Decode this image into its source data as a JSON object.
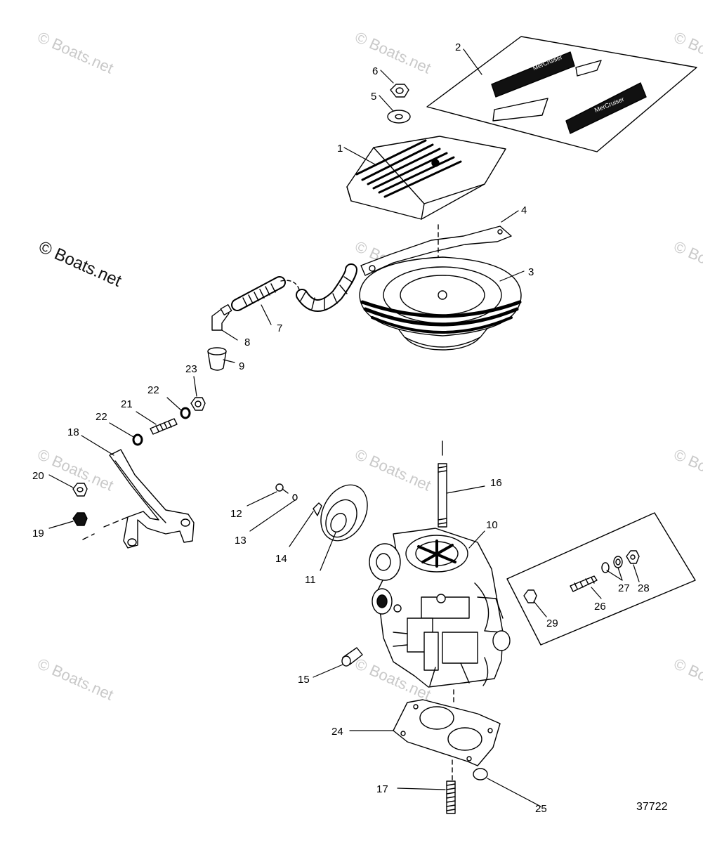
{
  "watermark": {
    "text": "© Boats.net"
  },
  "figure_number": "37722",
  "brand_decal_text": "MerCruiser",
  "callouts": {
    "c1": "1",
    "c2": "2",
    "c3": "3",
    "c4": "4",
    "c5": "5",
    "c6": "6",
    "c7": "7",
    "c8": "8",
    "c9": "9",
    "c10": "10",
    "c11": "11",
    "c12": "12",
    "c13": "13",
    "c14": "14",
    "c15": "15",
    "c16": "16",
    "c17": "17",
    "c18": "18",
    "c19": "19",
    "c20": "20",
    "c21": "21",
    "c22a": "22",
    "c22b": "22",
    "c23": "23",
    "c24": "24",
    "c25": "25",
    "c26": "26",
    "c27": "27",
    "c28": "28",
    "c29": "29"
  }
}
